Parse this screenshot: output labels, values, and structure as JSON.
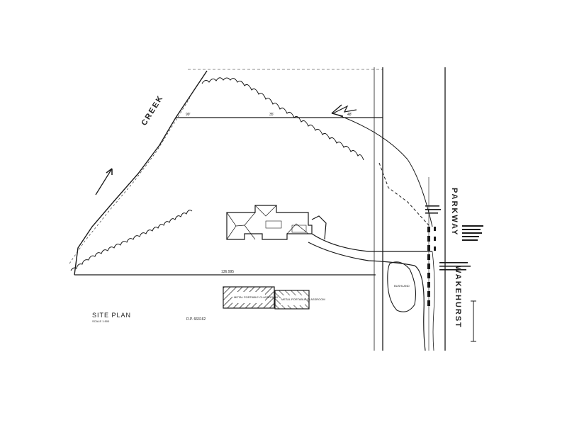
{
  "labels": {
    "creek": "CREEK",
    "parkway": "PARKWAY",
    "wakehurst": "WAKEHURST",
    "site_plan": "SITE PLAN",
    "dp_ref": "D.P. 663162",
    "dim_bottom": "136.995",
    "dim_top_1": "99'",
    "dim_top_2": "35'",
    "dim_top_3": "48'",
    "scale_text": "SCALE 1:500",
    "classroom_1": "METAL PORTABLE CLASSROOM",
    "classroom_2": "METAL PORTABLE CLASSROOM",
    "bushland": "BUSHLAND"
  },
  "colors": {
    "ink": "#1a1a1a",
    "paper": "#ffffff"
  }
}
